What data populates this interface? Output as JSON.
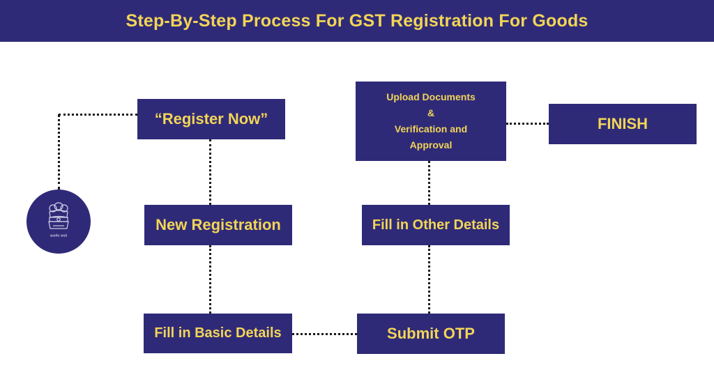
{
  "header": {
    "title": "Step-By-Step Process For GST Registration For Goods"
  },
  "emblem": {
    "icon": "national-emblem-icon",
    "motto": "सत्यमेव जयते"
  },
  "steps": {
    "register_now": "“Register Now”",
    "new_registration": "New Registration",
    "fill_basic_details": "Fill in Basic Details",
    "submit_otp": "Submit OTP",
    "fill_other_details": "Fill in Other Details",
    "upload": {
      "line1": "Upload Documents",
      "line2": "&",
      "line3": "Verification and",
      "line4": "Approval"
    },
    "finish": "FINISH"
  },
  "colors": {
    "box_background": "#2f2a78",
    "box_text": "#f2d557",
    "connector": "#1a1a1a"
  }
}
